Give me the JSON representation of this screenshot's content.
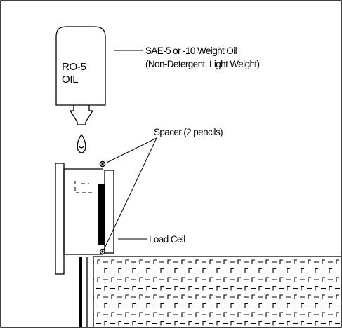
{
  "bottle": {
    "line1": "RO-5",
    "line2": "OIL"
  },
  "labels": {
    "oil_line1": "SAE-5 or -10 Weight Oil",
    "oil_line2": "(Non-Detergent, Light Weight)",
    "spacer": "Spacer (2 pencils)",
    "load_cell": "Load Cell"
  },
  "colors": {
    "stroke": "#000000",
    "background": "#ffffff"
  }
}
